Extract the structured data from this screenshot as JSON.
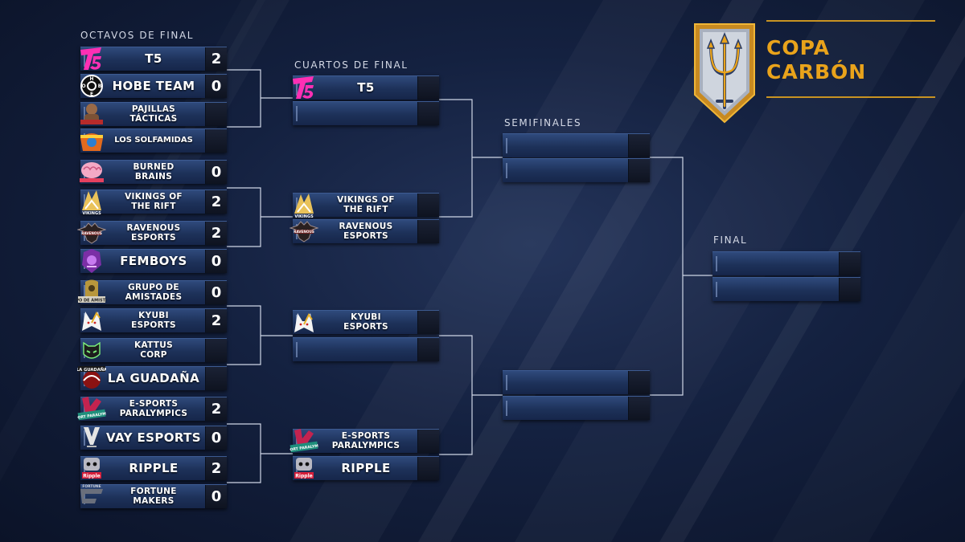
{
  "brand": {
    "title_line1": "COPA",
    "title_line2": "CARBÓN",
    "accent_color": "#e9a31b"
  },
  "rounds": {
    "octavos": "OCTAVOS DE FINAL",
    "cuartos": "CUARTOS DE FINAL",
    "semifinales": "SEMIFINALES",
    "final": "FINAL"
  },
  "octavos": [
    {
      "name": "T5",
      "score": "2",
      "logo": "t5-logo-icon"
    },
    {
      "name": "HOBE TEAM",
      "score": "0",
      "logo": "hobe-team-logo-icon"
    },
    {
      "name": "PAJILLAS\nTÁCTICAS",
      "score": "",
      "logo": "pajillas-tacticas-logo-icon"
    },
    {
      "name": "LOS SOLFAMIDAS",
      "score": "",
      "logo": "los-solfamidas-logo-icon"
    },
    {
      "name": "BURNED\nBRAINS",
      "score": "0",
      "logo": "burned-brains-logo-icon"
    },
    {
      "name": "VIKINGS OF\nTHE RIFT",
      "score": "2",
      "logo": "vikings-of-the-rift-logo-icon"
    },
    {
      "name": "RAVENOUS\nESPORTS",
      "score": "2",
      "logo": "ravenous-esports-logo-icon"
    },
    {
      "name": "FEMBOYS",
      "score": "0",
      "logo": "femboys-logo-icon"
    },
    {
      "name": "GRUPO DE\nAMISTADES",
      "score": "0",
      "logo": "grupo-de-amistades-logo-icon"
    },
    {
      "name": "KYUBI\nESPORTS",
      "score": "2",
      "logo": "kyubi-esports-logo-icon"
    },
    {
      "name": "KATTUS\nCORP",
      "score": "",
      "logo": "kattus-corp-logo-icon"
    },
    {
      "name": "LA GUADAÑA",
      "score": "",
      "logo": "la-guadana-logo-icon"
    },
    {
      "name": "E-SPORTS\nPARALYMPICS",
      "score": "2",
      "logo": "esports-paralympics-logo-icon"
    },
    {
      "name": "VAY ESPORTS",
      "score": "0",
      "logo": "vay-esports-logo-icon"
    },
    {
      "name": "RIPPLE",
      "score": "2",
      "logo": "ripple-logo-icon"
    },
    {
      "name": "FORTUNE\nMAKERS",
      "score": "0",
      "logo": "fortune-makers-logo-icon"
    }
  ],
  "cuartos": [
    {
      "name": "T5",
      "score": "",
      "logo": "t5-logo-icon"
    },
    {
      "name": "",
      "score": "",
      "logo": ""
    },
    {
      "name": "VIKINGS OF\nTHE RIFT",
      "score": "",
      "logo": "vikings-of-the-rift-logo-icon"
    },
    {
      "name": "RAVENOUS\nESPORTS",
      "score": "",
      "logo": "ravenous-esports-logo-icon"
    },
    {
      "name": "KYUBI\nESPORTS",
      "score": "",
      "logo": "kyubi-esports-logo-icon"
    },
    {
      "name": "",
      "score": "",
      "logo": ""
    },
    {
      "name": "E-SPORTS\nPARALYMPICS",
      "score": "",
      "logo": "esports-paralympics-logo-icon"
    },
    {
      "name": "RIPPLE",
      "score": "",
      "logo": "ripple-logo-icon"
    }
  ],
  "semifinales": [
    {
      "name": "",
      "score": ""
    },
    {
      "name": "",
      "score": ""
    },
    {
      "name": "",
      "score": ""
    },
    {
      "name": "",
      "score": ""
    }
  ],
  "final": [
    {
      "name": "",
      "score": ""
    },
    {
      "name": "",
      "score": ""
    }
  ]
}
